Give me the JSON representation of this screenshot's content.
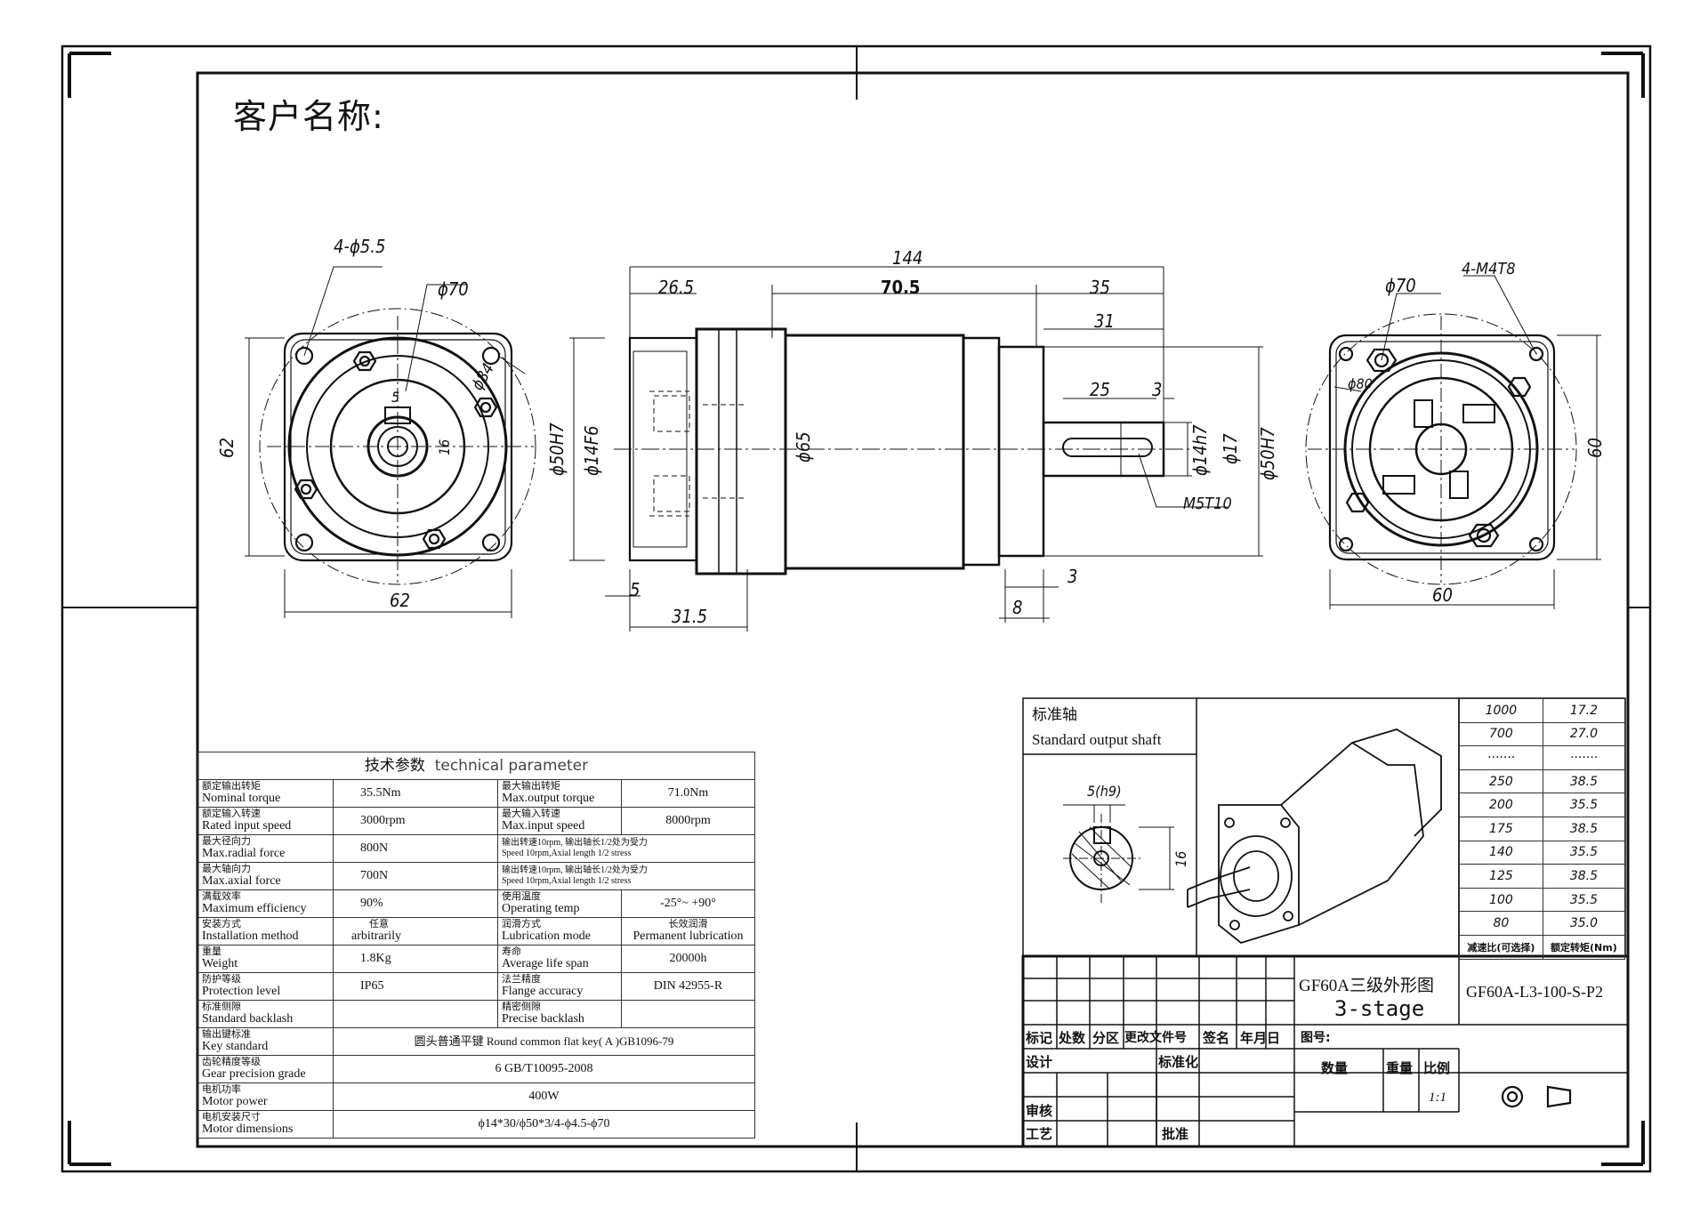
{
  "customer_label": "客户名称:",
  "dimensions": {
    "hole_front": "4-ϕ5.5",
    "pcd_front": "ϕ70",
    "width_front_v": "62",
    "width_front_h": "62",
    "key_front": "5",
    "key_h_front": "16",
    "dia84": "ϕ84",
    "overall_len": "144",
    "len_265": "26.5",
    "len_705": "70.5",
    "len_35": "35",
    "len_31": "31",
    "len_25": "25",
    "len_3a": "3",
    "len_3b": "3",
    "len_5": "5",
    "len_315": "31.5",
    "len_8": "8",
    "dia_50h7_l": "ϕ50H7",
    "dia_14f6": "ϕ14F6",
    "dia_65": "ϕ65",
    "dia_14h7": "ϕ14h7",
    "dia_17": "ϕ17",
    "dia_50h7_r": "ϕ50H7",
    "m5": "M5T10",
    "pcd_rear": "ϕ70",
    "m4": "4-M4T8",
    "dia80": "ϕ80",
    "width_rear_v": "60",
    "width_rear_h": "60"
  },
  "shaft_box": {
    "title_cn": "标准轴",
    "title_en": "Standard output shaft",
    "key": "5(h9)",
    "height": "16"
  },
  "tech": {
    "header": "技术参数",
    "header_en": "technical parameter",
    "rows": [
      {
        "cn1": "额定输出转矩",
        "en1": "Nominal torque",
        "v1": "35.5Nm",
        "cn2": "最大输出转矩",
        "en2": "Max.output torque",
        "v2": "71.0Nm"
      },
      {
        "cn1": "额定输入转速",
        "en1": "Rated input speed",
        "v1": "3000rpm",
        "cn2": "最大输入转速",
        "en2": "Max.input speed",
        "v2": "8000rpm"
      },
      {
        "cn1": "最大径向力",
        "en1": "Max.radial force",
        "v1": "800N",
        "note_cn": "输出转速10rpm, 输出轴长1/2处为受力",
        "note_en": "Speed 10rpm,Axial length 1/2 stress"
      },
      {
        "cn1": "最大轴向力",
        "en1": "Max.axial force",
        "v1": "700N",
        "note_cn": "输出转速10rpm, 输出轴长1/2处为受力",
        "note_en": "Speed 10rpm,Axial length 1/2 stress"
      },
      {
        "cn1": "满载效率",
        "en1": "Maximum efficiency",
        "v1": "90%",
        "cn2": "使用温度",
        "en2": "Operating temp",
        "v2": "-25°~ +90°"
      },
      {
        "cn1": "安装方式",
        "en1": "Installation method",
        "v1_cn": "任意",
        "v1": "arbitrarily",
        "cn2": "润滑方式",
        "en2": "Lubrication mode",
        "v2_cn": "长效润滑",
        "v2": "Permanent lubrication"
      },
      {
        "cn1": "重量",
        "en1": "Weight",
        "v1": "1.8Kg",
        "cn2": "寿命",
        "en2": "Average life span",
        "v2": "20000h"
      },
      {
        "cn1": "防护等级",
        "en1": "Protection level",
        "v1": "IP65",
        "cn2": "法兰精度",
        "en2": "Flange accuracy",
        "v2": "DIN 42955-R"
      },
      {
        "cn1": "标准侧隙",
        "en1": "Standard backlash",
        "v1": "",
        "cn2": "精密侧隙",
        "en2": "Precise backlash",
        "v2": ""
      }
    ],
    "key_std": {
      "cn": "输出键标准",
      "en": "Key standard",
      "v": "圆头普通平键  Round common flat key( A )GB1096-79"
    },
    "gear_grade": {
      "cn": "齿轮精度等级",
      "en": "Gear precision grade",
      "v": "6 GB/T10095-2008"
    },
    "motor_power": {
      "cn": "电机功率",
      "en": "Motor power",
      "v": "400W"
    },
    "motor_dim": {
      "cn": "电机安装尺寸",
      "en": "Motor  dimensions",
      "v": "ϕ14*30/ϕ50*3/4-ϕ4.5-ϕ70"
    }
  },
  "ratio_table": {
    "rows": [
      [
        "1000",
        "17.2"
      ],
      [
        "700",
        "27.0"
      ],
      [
        "·······",
        "·······"
      ],
      [
        "250",
        "38.5"
      ],
      [
        "200",
        "35.5"
      ],
      [
        "175",
        "38.5"
      ],
      [
        "140",
        "35.5"
      ],
      [
        "125",
        "38.5"
      ],
      [
        "100",
        "35.5"
      ],
      [
        "80",
        "35.0"
      ]
    ],
    "head_ratio": "减速比(可选择)",
    "head_torque": "额定转矩(Nm)"
  },
  "title_block": {
    "drawing_cn": "GF60A三级外形图",
    "drawing_en": "3-stage",
    "model": "GF60A-L3-100-S-P2",
    "mark": "标记",
    "count": "处数",
    "zone": "分区",
    "change_doc": "更改文件号",
    "sign": "签名",
    "date": "年月日",
    "drawing_no": "图号:",
    "design": "设计",
    "standardize": "标准化",
    "quantity": "数量",
    "weight": "重量",
    "scale": "比例",
    "scale_val": "1:1",
    "review": "审核",
    "process": "工艺",
    "approve": "批准"
  }
}
